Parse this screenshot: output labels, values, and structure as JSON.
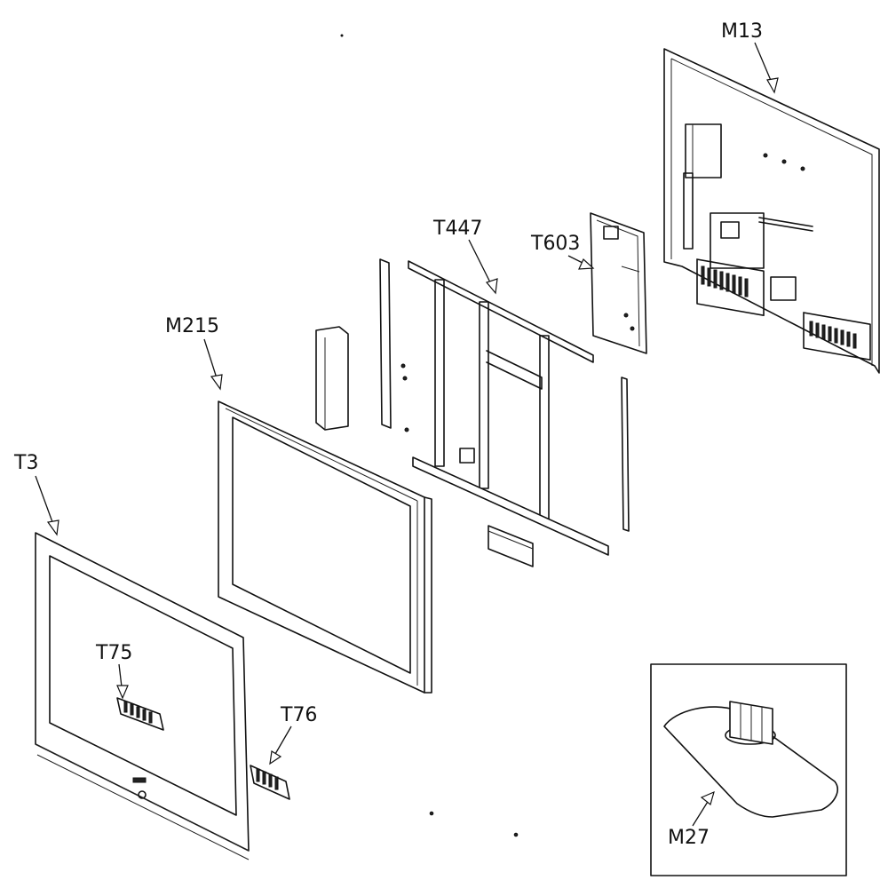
{
  "labels": {
    "m13": "M13",
    "t447": "T447",
    "t603": "T603",
    "m215": "M215",
    "t3": "T3",
    "t75": "T75",
    "t76": "T76",
    "m27": "M27"
  }
}
